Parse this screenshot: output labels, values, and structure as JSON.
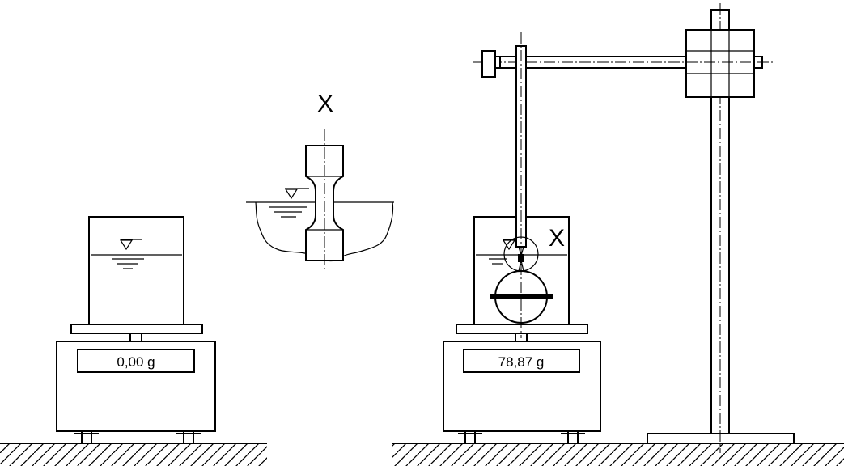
{
  "left_scale": {
    "display": "0,00 g"
  },
  "right_scale": {
    "display": "78,87 g"
  },
  "detail": {
    "label": "X",
    "marker_label": "X"
  }
}
